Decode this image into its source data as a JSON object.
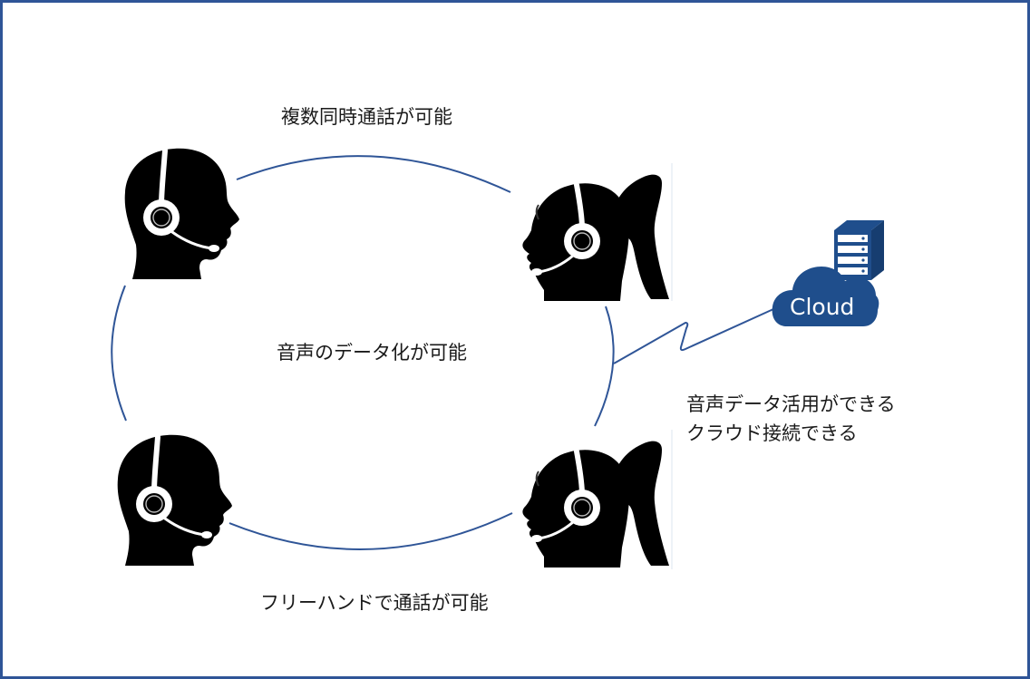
{
  "diagram": {
    "title": "Headset communication features",
    "colors": {
      "border": "#2F5597",
      "connector": "#2F5597",
      "cloud": "#1F4E8C",
      "silhouette": "#000000",
      "text": "#1a1a1a"
    },
    "labels": {
      "top": "複数同時通話が可能",
      "center": "音声のデータ化が可能",
      "bottom": "フリーハンドで通話が可能",
      "right": "音声データ活用ができる\nクラウド接続できる"
    },
    "cloud": {
      "label": "Cloud",
      "icon": "cloud-server-icon"
    },
    "people": [
      {
        "id": "top-left",
        "type": "male-headset-operator",
        "icon": "male-operator-icon"
      },
      {
        "id": "top-right",
        "type": "female-headset-operator",
        "icon": "female-operator-icon"
      },
      {
        "id": "bottom-left",
        "type": "male-headset-operator",
        "icon": "male-operator-icon"
      },
      {
        "id": "bottom-right",
        "type": "female-headset-operator",
        "icon": "female-operator-icon"
      }
    ],
    "connections": [
      {
        "from": "top-left",
        "to": "top-right",
        "style": "arc"
      },
      {
        "from": "top-left",
        "to": "bottom-left",
        "style": "arc"
      },
      {
        "from": "top-right",
        "to": "bottom-right",
        "style": "arc"
      },
      {
        "from": "bottom-left",
        "to": "bottom-right",
        "style": "arc"
      },
      {
        "from": "ring",
        "to": "cloud",
        "style": "zigzag"
      }
    ]
  }
}
